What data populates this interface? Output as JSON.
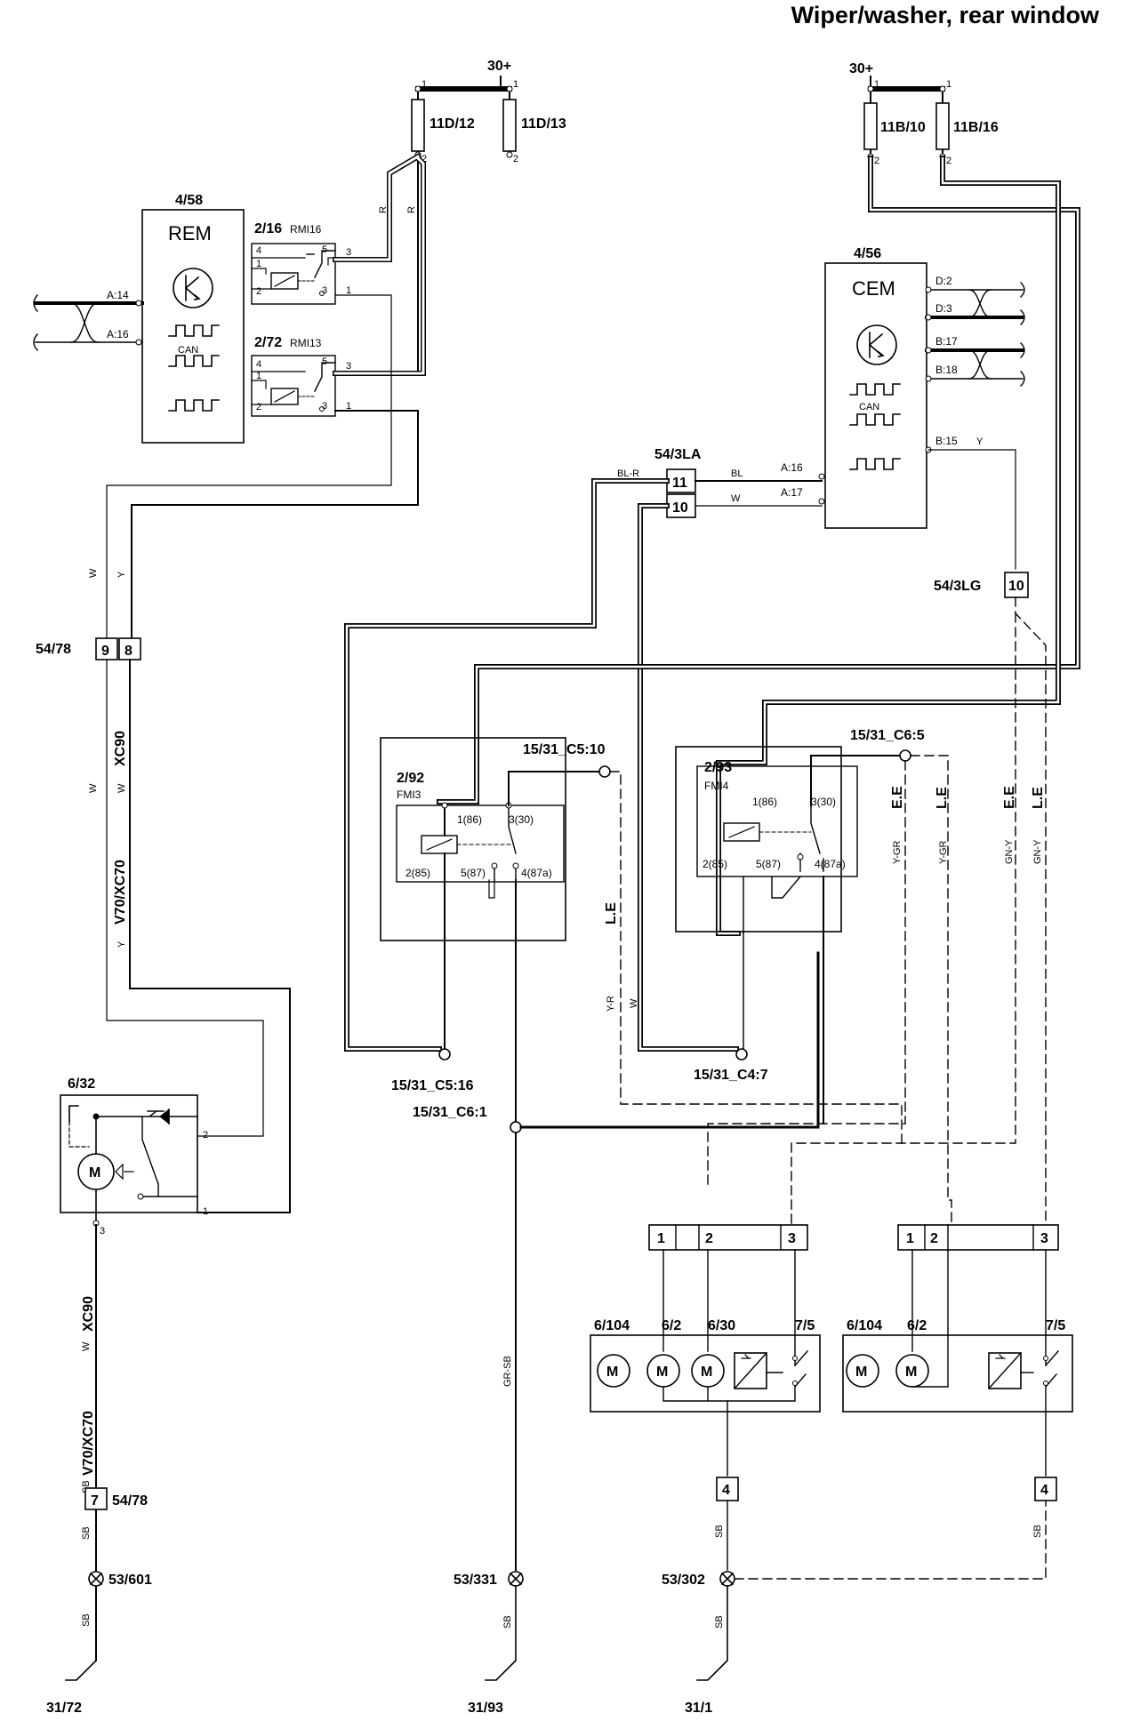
{
  "title": "Wiper/washer, rear window",
  "fuses": {
    "f1": {
      "supply": "30+",
      "a": "11D/12",
      "b": "11D/13"
    },
    "f2": {
      "supply": "30+",
      "a": "11B/10",
      "b": "11B/16"
    }
  },
  "rem": {
    "id": "4/58",
    "name": "REM",
    "can": "CAN",
    "pin1": "A:14",
    "pin2": "A:16"
  },
  "cem": {
    "id": "4/56",
    "name": "CEM",
    "can": "CAN",
    "pins": [
      "D:2",
      "D:3",
      "B:17",
      "B:18"
    ],
    "a16": "A:16",
    "a17": "A:17",
    "b15": "B:15"
  },
  "rmi16": {
    "id": "2/16",
    "name": "RMI16"
  },
  "rmi13": {
    "id": "2/72",
    "name": "RMI13"
  },
  "connectors": {
    "c543la": {
      "id": "54/3LA",
      "p1": "11",
      "p2": "10"
    },
    "c543lg": {
      "id": "54/3LG",
      "p": "10"
    },
    "c5478a": {
      "id": "54/78",
      "p1": "9",
      "p2": "8"
    },
    "c5478b": {
      "id": "54/78",
      "p": "7"
    }
  },
  "fmi3": {
    "id": "2/92",
    "name": "FMI3",
    "p86": "1(86)",
    "p30": "3(30)",
    "p85": "2(85)",
    "p87": "5(87)",
    "p87a": "4(87a)"
  },
  "fmi4": {
    "id": "2/93",
    "name": "FMI4",
    "p86": "1(86)",
    "p30": "3(30)",
    "p85": "2(85)",
    "p87": "5(87)",
    "p87a": "4(87a)"
  },
  "nodes": {
    "c510": "15/31_C5:10",
    "c516": "15/31_C5:16",
    "c61": "15/31_C6:1",
    "c47": "15/31_C4:7",
    "c65": "15/31_C6:5"
  },
  "motor": {
    "id": "6/32",
    "m": "M"
  },
  "grounds": {
    "g1": "53/601",
    "g2": "53/331",
    "g3": "53/302",
    "e1": "31/72",
    "e2": "31/93",
    "e3": "31/1"
  },
  "pumps_le": {
    "a": "6/104",
    "b": "6/2",
    "c": "6/30",
    "d": "7/5",
    "m": "M"
  },
  "pumps_ee": {
    "a": "6/104",
    "b": "6/2",
    "d": "7/5",
    "m": "M"
  },
  "variants": {
    "xc90": "XC90",
    "v70": "V70/XC70",
    "le": "L.E",
    "ee": "E.E"
  },
  "wires": {
    "R": "R",
    "W": "W",
    "Y": "Y",
    "BL": "BL",
    "BLR": "BL-R",
    "YR": "Y-R",
    "YGR": "Y-GR",
    "GNY": "GN-Y",
    "SB": "SB",
    "GRSB": "GR-SB"
  }
}
